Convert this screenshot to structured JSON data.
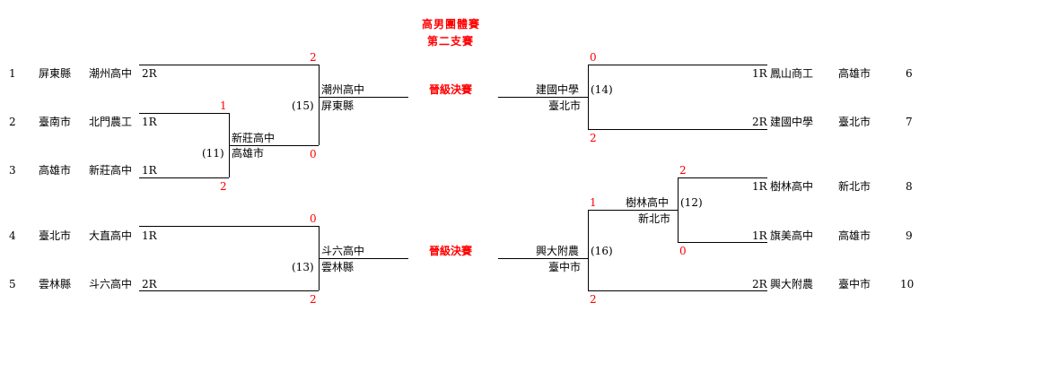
{
  "title": {
    "line1": "高男團體賽",
    "line2": "第二支賽"
  },
  "left": {
    "teams": [
      {
        "seed": "1",
        "county": "屏東縣",
        "school": "潮州高中",
        "round": "2R"
      },
      {
        "seed": "2",
        "county": "臺南市",
        "school": "北門農工",
        "round": "1R"
      },
      {
        "seed": "3",
        "county": "高雄市",
        "school": "新莊高中",
        "round": "1R"
      },
      {
        "seed": "4",
        "county": "臺北市",
        "school": "大直高中",
        "round": "1R"
      },
      {
        "seed": "5",
        "county": "雲林縣",
        "school": "斗六高中",
        "round": "2R"
      }
    ],
    "m11": {
      "num": "(11)",
      "winner": "新莊高中",
      "county": "高雄市",
      "score_top": "1",
      "score_bot": "2"
    },
    "m15": {
      "num": "(15)",
      "winner": "潮州高中",
      "county": "屏東縣",
      "score_top": "2",
      "score_bot": "0"
    },
    "m13": {
      "num": "(13)",
      "winner": "斗六高中",
      "county": "雲林縣",
      "score_top": "0",
      "score_bot": "2"
    }
  },
  "right": {
    "teams": [
      {
        "seed": "6",
        "county": "高雄市",
        "school": "鳳山商工",
        "round": "1R"
      },
      {
        "seed": "7",
        "county": "臺北市",
        "school": "建國中學",
        "round": "2R"
      },
      {
        "seed": "8",
        "county": "新北市",
        "school": "樹林高中",
        "round": "1R"
      },
      {
        "seed": "9",
        "county": "高雄市",
        "school": "旗美高中",
        "round": "1R"
      },
      {
        "seed": "10",
        "county": "臺中市",
        "school": "興大附農",
        "round": "2R"
      }
    ],
    "m14": {
      "num": "(14)",
      "winner": "建國中學",
      "county": "臺北市",
      "score_top": "0",
      "score_bot": "2"
    },
    "m12": {
      "num": "(12)",
      "winner": "樹林高中",
      "county": "新北市",
      "score_top": "2",
      "score_bot": "0"
    },
    "m16": {
      "num": "(16)",
      "winner": "興大附農",
      "county": "臺中市",
      "score_top": "1",
      "score_bot": "2"
    }
  },
  "advance_label": "晉級決賽"
}
